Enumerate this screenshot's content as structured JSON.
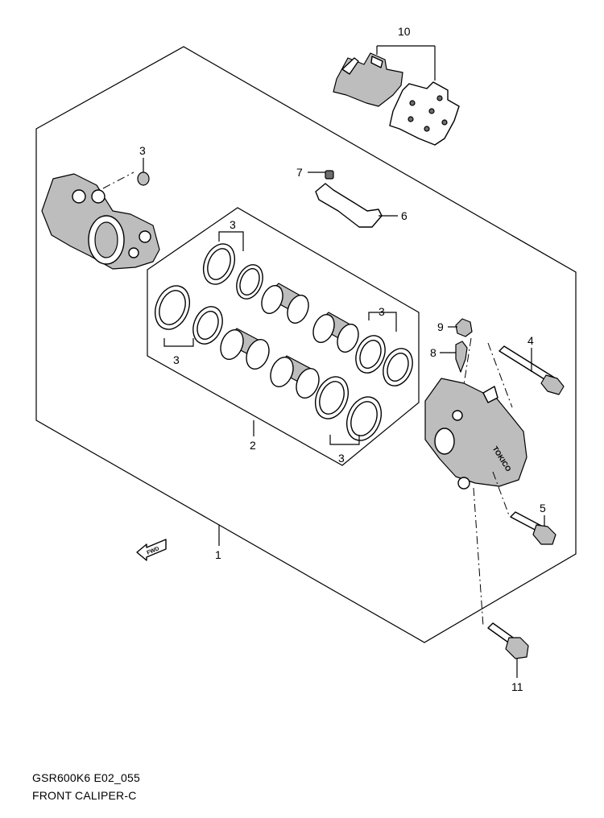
{
  "diagram": {
    "callouts": {
      "c1": "1",
      "c2": "2",
      "c3a": "3",
      "c3b": "3",
      "c3c": "3",
      "c3d": "3",
      "c3e": "3",
      "c4": "4",
      "c5": "5",
      "c6": "6",
      "c7": "7",
      "c8": "8",
      "c9": "9",
      "c10": "10",
      "c11": "11"
    },
    "fwd_label": "FWD",
    "caliper_brand": "TOKICO"
  },
  "caption": {
    "code": "GSR600K6 E02_055",
    "title": "FRONT CALIPER-C"
  }
}
